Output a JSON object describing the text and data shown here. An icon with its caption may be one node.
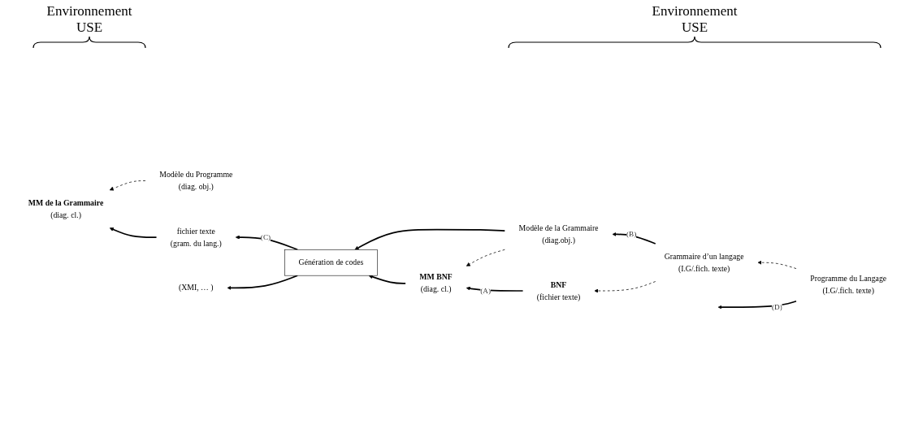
{
  "diagram": {
    "nodes": [
      {
        "text": [
          "MM de la Grammaire",
          "(diag. cl.)"
        ]
      },
      {
        "text": [
          "Modèle du Programme",
          "(diag. obj.)"
        ]
      },
      {
        "text": [
          "fichier texte",
          "(gram. du lang.)"
        ]
      },
      {
        "text": [
          "(XMI, … )"
        ]
      },
      {
        "text": [
          "Génération de codes"
        ]
      },
      {
        "text": [
          "MM BNF",
          "(diag. cl.)"
        ]
      },
      {
        "text": [
          "Modèle de la Grammaire",
          "(diag.obj.)"
        ]
      },
      {
        "text": [
          "BNF",
          "(fichier texte)"
        ]
      },
      {
        "text": [
          "Grammaire d’un langage",
          "(I.G/.fich. texte)"
        ]
      },
      {
        "text": [
          "Programme du Langage",
          "(I.G/.fich. texte)"
        ]
      }
    ],
    "edges": [
      {
        "from": 1,
        "to": 0,
        "arrow": "to",
        "style": "dashed"
      },
      {
        "from": 2,
        "to": 0,
        "arrow": "to"
      },
      {
        "from": 4,
        "to": 2,
        "arrow": "to",
        "label": "(C)"
      },
      {
        "from": 4,
        "to": 3,
        "arrow": "to"
      },
      {
        "from": 5,
        "to": 4,
        "arrow": "to"
      },
      {
        "from": 6,
        "to": 4,
        "arrow": "to"
      },
      {
        "from": 6,
        "to": 5,
        "arrow": "to",
        "style": "dashed"
      },
      {
        "from": 7,
        "to": 5,
        "arrow": "to",
        "label": "(A)"
      },
      {
        "from": 8,
        "to": 6,
        "arrow": "to",
        "label": "(B)"
      },
      {
        "from": 8,
        "to": 7,
        "arrow": "to",
        "style": "dashed"
      },
      {
        "from": 9,
        "to": 8,
        "arrow": "to",
        "style": "dashed"
      },
      {
        "from": 9,
        "to": null,
        "arrow": "to",
        "label": "(D)"
      }
    ],
    "labels": [
      "Environnement USE",
      "Environnement USE"
    ]
  }
}
